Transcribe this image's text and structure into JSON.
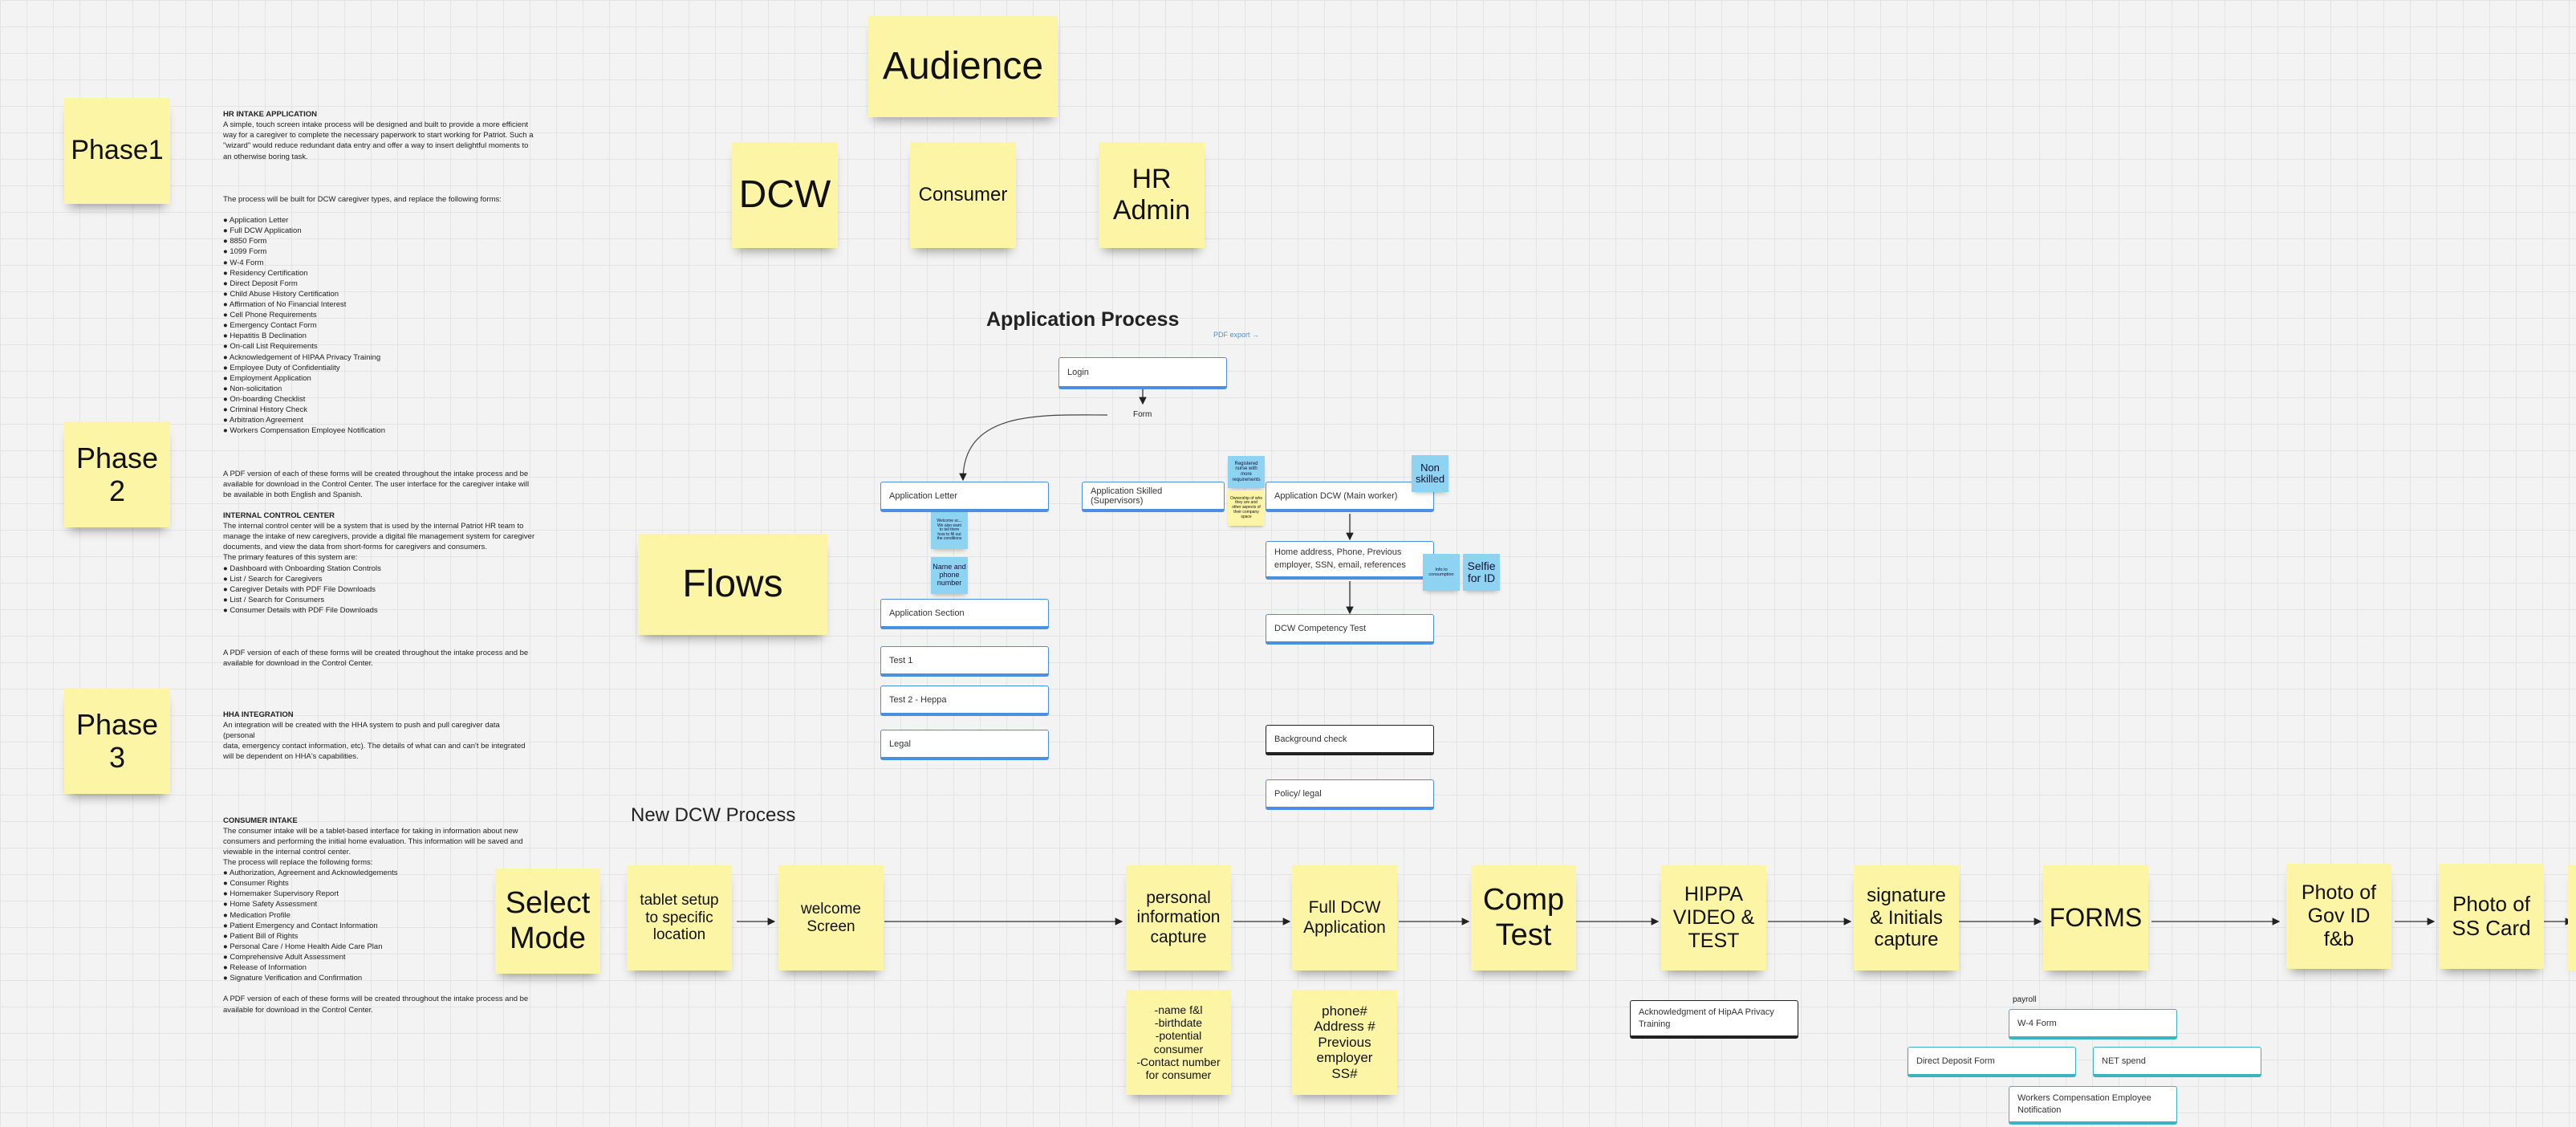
{
  "stickies": {
    "phase1": "Phase1",
    "phase2": "Phase\n2",
    "phase3": "Phase\n3",
    "audience": "Audience",
    "dcw": "DCW",
    "consumer": "Consumer",
    "hr_admin": "HR\nAdmin",
    "flows": "Flows",
    "select_mode": "Select\nMode",
    "tablet_setup": "tablet setup\nto specific\nlocation",
    "welcome_screen": "welcome\nScreen",
    "personal_info": "personal\ninformation\ncapture",
    "personal_info_detail": "-name f&l\n-birthdate\n-potential\nconsumer\n-Contact number\nfor consumer",
    "full_dcw": "Full DCW\nApplication",
    "full_dcw_detail": "phone#\nAddress #\nPrevious\nemployer\nSS#",
    "comp_test": "Comp\nTest",
    "hippa_video": "HIPPA\nVIDEO &\nTEST",
    "signature": "signature\n& Initials\ncapture",
    "forms": "FORMS",
    "photo_gov": "Photo of\nGov ID\nf&b",
    "photo_ss": "Photo of\nSS Card"
  },
  "blue_notes": {
    "non_skilled": "Non\nskilled",
    "selfie": "Selfie\nfor ID",
    "name_phone": "Name and\nphone\nnumber",
    "welcome_small": "Welcome sc...\nWe also want\nto tell them\nhow to fill out\nthe conditions",
    "registered": "Registered\nnurse with\nmore\nrequirements",
    "info_small": "Info to\nconsumption"
  },
  "yellow_small": "Ownership of who\nthey are and\nother aspects of\ntheir company\nspace",
  "headings": {
    "app_process": "Application Process",
    "pdf_export": "PDF export →",
    "new_dcw": "New DCW Process",
    "payroll": "payroll",
    "form_label": "Form"
  },
  "cards": {
    "login": "Login",
    "application_letter": "Application Letter",
    "application_skilled": "Application Skilled (Supervisors)",
    "application_dcw": "Application DCW (Main worker)",
    "home_address": "Home address, Phone, Previous employer, SSN, email, references",
    "application_section": "Application Section",
    "test1": "Test 1",
    "test2": "Test 2 - Heppa",
    "legal": "Legal",
    "dcw_competency": "DCW Competency Test",
    "background_check": "Background check",
    "policy_legal": "Policy/ legal",
    "ack_hipaa": "Acknowledgment of HipAA Privacy Training",
    "w4": "W-4 Form",
    "direct_deposit": "Direct Deposit Form",
    "net_spend": "NET spend",
    "workers_comp": "Workers Compensation Employee Notification"
  },
  "doc": {
    "hr_title": "HR INTAKE APPLICATION",
    "hr_body": "A simple, touch screen intake process will be designed and built to provide a more efficient\nway for a caregiver to complete the necessary paperwork to start working for Patriot. Such a\n\"wizard\" would reduce redundant data entry and offer a way to insert delightful moments to\nan otherwise boring task.",
    "forms_intro": "The process will be built for DCW caregiver types, and replace the following forms:",
    "forms_list": "● Application Letter\n● Full DCW Application\n● 8850 Form\n● 1099 Form\n● W-4 Form\n● Residency Certification\n● Direct Deposit Form\n● Child Abuse History Certification\n● Affirmation of No Financial Interest\n● Cell Phone Requirements\n● Emergency Contact Form\n● Hepatitis B Declination\n● On-call List Requirements\n● Acknowledgement of HIPAA Privacy Training\n● Employee Duty of Confidentiality\n● Employment Application\n● Non-solicitation\n● On-boarding Checklist\n● Criminal History Check\n● Arbitration Agreement\n● Workers Compensation Employee Notification",
    "pdf_note_1": "A PDF version of each of these forms will be created throughout the intake process and be\navailable for download in the Control Center. The user interface for the caregiver intake will\nbe available in both English and Spanish.",
    "icc_title": "INTERNAL CONTROL CENTER",
    "icc_body": "The internal control center will be a system that is used by the internal Patriot HR team to\nmanage the intake of new caregivers, provide a digital file management system for caregiver\ndocuments, and view the data from short-forms for caregivers and consumers.\nThe primary features of this system are:\n● Dashboard with Onboarding Station Controls\n● List / Search for Caregivers\n● Caregiver Details with PDF File Downloads\n● List / Search for Consumers\n● Consumer Details with PDF File Downloads",
    "pdf_note_2": "A PDF version of each of these forms will be created throughout the intake process and be\navailable for download in the Control Center.",
    "hha_title": "HHA INTEGRATION",
    "hha_body": "An integration will be created with the HHA system to push and pull caregiver data\n(personal\ndata, emergency contact information, etc). The details of what can and can't be integrated\nwill be dependent on HHA's capabilities.",
    "ci_title": "CONSUMER INTAKE",
    "ci_body": "The consumer intake will be a tablet-based interface for taking in information about new\nconsumers and performing the initial home evaluation. This information will be saved and\nviewable in the internal control center.\nThe process will replace the following forms:\n● Authorization, Agreement and Acknowledgements\n● Consumer Rights\n● Homemaker Supervisory Report\n● Home Safety Assessment\n● Medication Profile\n● Patient Emergency and Contact Information\n● Patient Bill of Rights\n● Personal Care / Home Health Aide Care Plan\n● Comprehensive Adult Assessment\n● Release of Information\n● Signature Verification and Confirmation",
    "pdf_note_3": "A PDF version of each of these forms will be created throughout the intake process and be\navailable for download in the Control Center."
  }
}
